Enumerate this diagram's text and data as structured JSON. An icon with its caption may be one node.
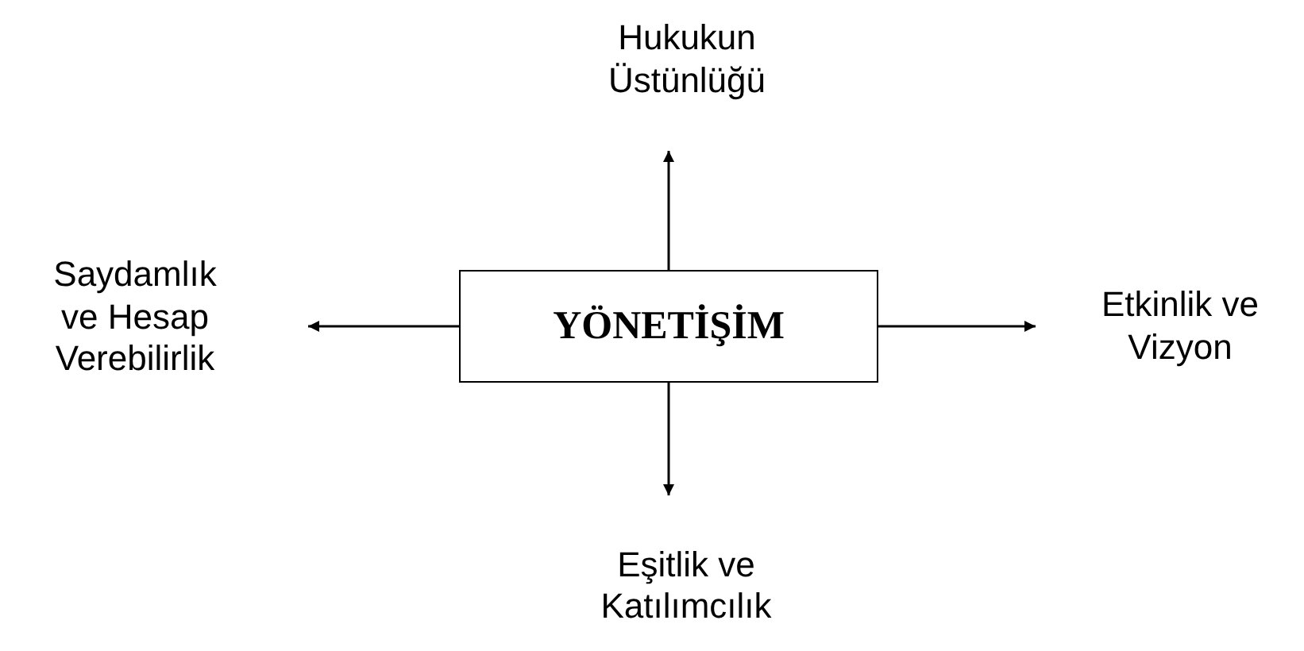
{
  "diagram": {
    "nodes": [
      {
        "text": [
          "YÖNETİŞİM"
        ]
      },
      {
        "text": [
          "Hukukun Üstünlüğü"
        ]
      },
      {
        "text": [
          "Saydamlık ve Hesap Verebilirlik"
        ]
      },
      {
        "text": [
          "Etkinlik ve Vizyon"
        ]
      },
      {
        "text": [
          "Eşitlik ve Katılımcılık"
        ]
      }
    ],
    "edges": [
      {
        "from": 0,
        "to": 1,
        "arrow": "to"
      },
      {
        "from": 0,
        "to": 2,
        "arrow": "to"
      },
      {
        "from": 0,
        "to": 3,
        "arrow": "to"
      },
      {
        "from": 0,
        "to": 4,
        "arrow": "to"
      }
    ]
  }
}
